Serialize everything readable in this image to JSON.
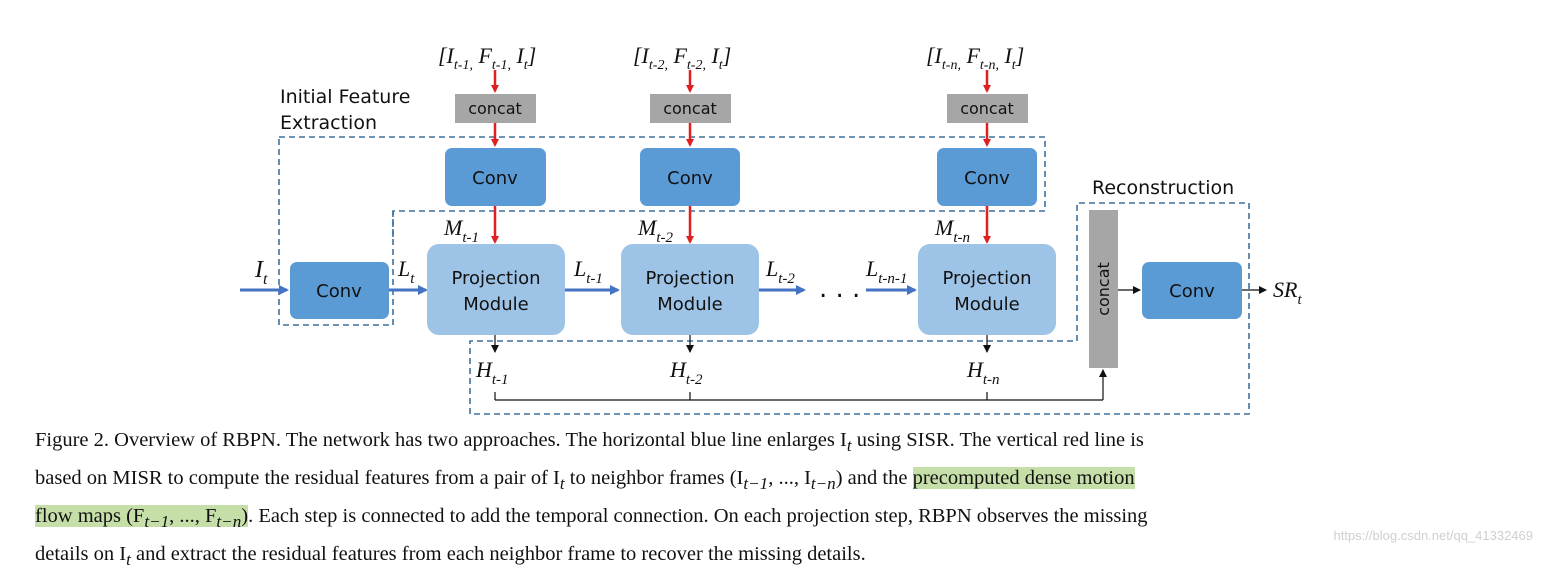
{
  "diagram": {
    "input_top": [
      {
        "pre": "[I",
        "s1": "t-1,",
        "mid": " F",
        "s2": "t-1,",
        "mid2": " I",
        "s3": "t",
        "post": "]"
      },
      {
        "pre": "[I",
        "s1": "t-2,",
        "mid": " F",
        "s2": "t-2,",
        "mid2": " I",
        "s3": "t",
        "post": "]"
      },
      {
        "pre": "[I",
        "s1": "t-n,",
        "mid": " F",
        "s2": "t-n,",
        "mid2": " I",
        "s3": "t",
        "post": "]"
      }
    ],
    "concat_label": "concat",
    "conv_label": "Conv",
    "projection_line1": "Projection",
    "projection_line2": "Module",
    "initial_feature_line1": "Initial Feature",
    "initial_feature_line2": "Extraction",
    "reconstruction_label": "Reconstruction",
    "input_main": {
      "base": "I",
      "sub": "t"
    },
    "L_t": {
      "base": "L",
      "sub": "t"
    },
    "L_t1": {
      "base": "L",
      "sub": "t-1"
    },
    "L_t2": {
      "base": "L",
      "sub": "t-2"
    },
    "L_tn1": {
      "base": "L",
      "sub": "t-n-1"
    },
    "M": [
      {
        "base": "M",
        "sub": "t-1"
      },
      {
        "base": "M",
        "sub": "t-2"
      },
      {
        "base": "M",
        "sub": "t-n"
      }
    ],
    "H": [
      {
        "base": "H",
        "sub": "t-1"
      },
      {
        "base": "H",
        "sub": "t-2"
      },
      {
        "base": "H",
        "sub": "t-n"
      }
    ],
    "ellipsis": ". . .",
    "output": {
      "base": "SR",
      "sub": "t"
    },
    "colors": {
      "conv_fill": "#5b9bd5",
      "projection_fill": "#9dc3e6",
      "concat_gray": "#a6a6a6",
      "red_arrow": "#e02020",
      "blue_arrow": "#4472c4",
      "dash": "#41719c"
    }
  },
  "caption": {
    "l1": "Figure 2. Overview of RBPN. The network has two approaches. The horizontal blue line enlarges I",
    "l1_sub": "t",
    "l1b": " using SISR. The vertical red line is",
    "l2a": "based on MISR to compute the residual features from a pair of I",
    "l2_sub": "t",
    "l2b": " to neighbor frames (I",
    "l2_sub2": "t−1",
    "l2c": ", ..., I",
    "l2_sub3": "t−n",
    "l2d": ") and the ",
    "l2_hl": "precomputed dense motion",
    "l3_hl_a": "flow maps (F",
    "l3_sub1": "t−1",
    "l3_hl_b": ", ..., F",
    "l3_sub2": "t−n",
    "l3_hl_c": ")",
    "l3b": ". Each step is connected to add the temporal connection. On each projection step, RBPN observes the missing",
    "l4a": "details on I",
    "l4_sub": "t",
    "l4b": " and extract the residual features from each neighbor frame to recover the missing details."
  },
  "watermark": "https://blog.csdn.net/qq_41332469"
}
